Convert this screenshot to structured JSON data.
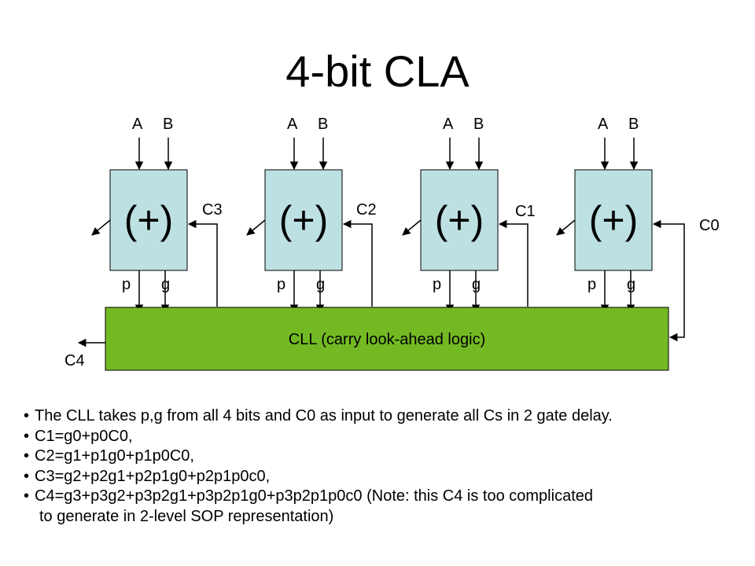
{
  "title": "4-bit CLA",
  "diagram": {
    "box_symbol": "(+)",
    "input_labels": [
      "A",
      "B"
    ],
    "output_labels": [
      "p",
      "g"
    ],
    "carry_labels": {
      "c3": "C3",
      "c2": "C2",
      "c1": "C1",
      "c0": "C0",
      "c4": "C4"
    },
    "cll_label": "CLL (carry look-ahead logic)",
    "colors": {
      "adder_fill": "#bde0e2",
      "cll_fill": "#73b924",
      "stroke": "#000000"
    }
  },
  "bullets": [
    "The CLL takes p,g from all 4 bits and C0 as input to generate all Cs in 2 gate delay.",
    "C1=g0+p0C0,",
    "C2=g1+p1g0+p1p0C0,",
    "C3=g2+p2g1+p2p1g0+p2p1p0c0,",
    "C4=g3+p3g2+p3p2g1+p3p2p1g0+p3p2p1p0c0  (Note: this C4 is too complicated"
  ],
  "bullet_continuation": "to generate in 2-level SOP representation)"
}
